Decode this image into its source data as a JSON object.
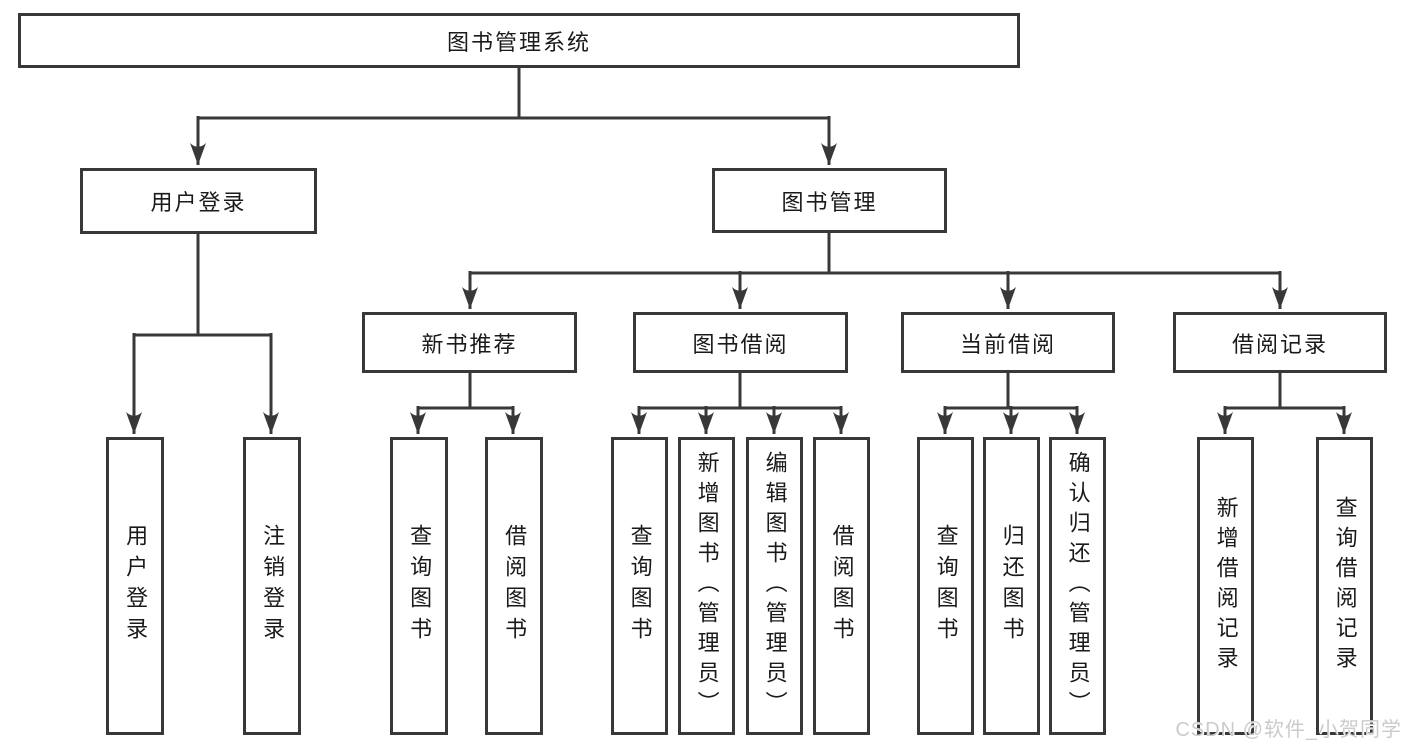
{
  "diagram": {
    "type": "tree",
    "nodes": {
      "root": "图书管理系统",
      "user_login": "用户登录",
      "book_mgmt": "图书管理",
      "new_book_rec": "新书推荐",
      "book_borrow": "图书借阅",
      "current_borrow": "当前借阅",
      "borrow_records": "借阅记录",
      "leaf_user_login": "用户登录",
      "leaf_logout": "注销登录",
      "leaf_query_book_a": "查询图书",
      "leaf_borrow_book_a": "借阅图书",
      "leaf_query_book_b": "查询图书",
      "leaf_add_book": "新增图书（管理员）",
      "leaf_edit_book": "编辑图书（管理员）",
      "leaf_borrow_book_b": "借阅图书",
      "leaf_query_book_c": "查询图书",
      "leaf_return_book": "归还图书",
      "leaf_confirm_return": "确认归还（管理员）",
      "leaf_add_record": "新增借阅记录",
      "leaf_query_record": "查询借阅记录"
    },
    "edges": [
      [
        "图书管理系统",
        "用户登录"
      ],
      [
        "图书管理系统",
        "图书管理"
      ],
      [
        "用户登录",
        "用户登录"
      ],
      [
        "用户登录",
        "注销登录"
      ],
      [
        "图书管理",
        "新书推荐"
      ],
      [
        "图书管理",
        "图书借阅"
      ],
      [
        "图书管理",
        "当前借阅"
      ],
      [
        "图书管理",
        "借阅记录"
      ],
      [
        "新书推荐",
        "查询图书"
      ],
      [
        "新书推荐",
        "借阅图书"
      ],
      [
        "图书借阅",
        "查询图书"
      ],
      [
        "图书借阅",
        "新增图书（管理员）"
      ],
      [
        "图书借阅",
        "编辑图书（管理员）"
      ],
      [
        "图书借阅",
        "借阅图书"
      ],
      [
        "当前借阅",
        "查询图书"
      ],
      [
        "当前借阅",
        "归还图书"
      ],
      [
        "当前借阅",
        "确认归还（管理员）"
      ],
      [
        "借阅记录",
        "新增借阅记录"
      ],
      [
        "借阅记录",
        "查询借阅记录"
      ]
    ],
    "colors": {
      "line": "#383838",
      "box_border": "#383838",
      "box_fill": "#ffffff",
      "text": "#1a1a1a",
      "watermark": "#cbcbcb"
    }
  },
  "watermark": "CSDN @软件_小贺同学"
}
